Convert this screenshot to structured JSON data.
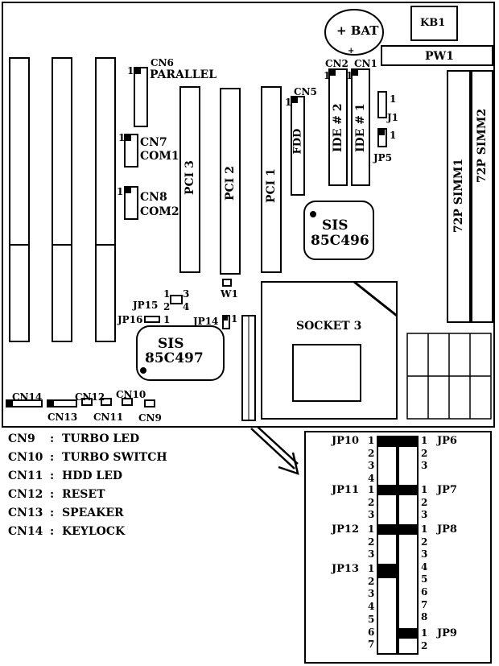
{
  "components": {
    "battery": "+ BAT",
    "kb1": "KB1",
    "pw1": "PW1",
    "cn6": "CN6",
    "parallel": "PARALLEL",
    "cn7": "CN7",
    "com1": "COM1",
    "cn8": "CN8",
    "com2": "COM2",
    "pci3": "PCI 3",
    "pci2": "PCI 2",
    "pci1": "PCI 1",
    "cn5": "CN5",
    "fdd": "FDD",
    "cn2": "CN2",
    "cn1": "CN1",
    "ide2": "IDE # 2",
    "ide1": "IDE # 1",
    "j1": "J1",
    "jp5": "JP5",
    "simm1": "72P SIMM1",
    "simm2": "72P SIMM2",
    "sis496_line1": "SIS",
    "sis496_line2": "85C496",
    "socket3": "SOCKET 3",
    "jp15": "JP15",
    "jp16": "JP16",
    "jp14": "JP14",
    "w1": "W1",
    "sis497_line1": "SIS",
    "sis497_line2": "85C497",
    "cn14": "CN14",
    "cn13": "CN13",
    "cn12": "CN12",
    "cn11": "CN11",
    "cn10": "CN10",
    "cn9": "CN9",
    "pin1": "1",
    "pin2": "2",
    "pin3": "3",
    "pin4": "4"
  },
  "legend": [
    {
      "code": "CN9",
      "sep": ":",
      "desc": "TURBO LED"
    },
    {
      "code": "CN10",
      "sep": ":",
      "desc": "TURBO SWITCH"
    },
    {
      "code": "CN11",
      "sep": ":",
      "desc": "HDD LED"
    },
    {
      "code": "CN12",
      "sep": ":",
      "desc": "RESET"
    },
    {
      "code": "CN13",
      "sep": ":",
      "desc": "SPEAKER"
    },
    {
      "code": "CN14",
      "sep": ":",
      "desc": "KEYLOCK"
    }
  ],
  "jumpers_left": [
    {
      "name": "JP10",
      "pins": [
        "1",
        "2",
        "3",
        "4"
      ]
    },
    {
      "name": "JP11",
      "pins": [
        "1",
        "2",
        "3"
      ]
    },
    {
      "name": "JP12",
      "pins": [
        "1",
        "2",
        "3"
      ]
    },
    {
      "name": "JP13",
      "pins": [
        "1",
        "2",
        "3",
        "4",
        "5",
        "6",
        "7"
      ]
    }
  ],
  "jumpers_right": [
    {
      "name": "JP6",
      "pins": [
        "1",
        "2",
        "3"
      ]
    },
    {
      "name": "JP7",
      "pins": [
        "1",
        "2",
        "3"
      ]
    },
    {
      "name": "JP8",
      "pins": [
        "1",
        "2",
        "3",
        "4",
        "5",
        "6",
        "7",
        "8"
      ]
    },
    {
      "name": "JP9",
      "pins": [
        "1",
        "2"
      ]
    }
  ]
}
